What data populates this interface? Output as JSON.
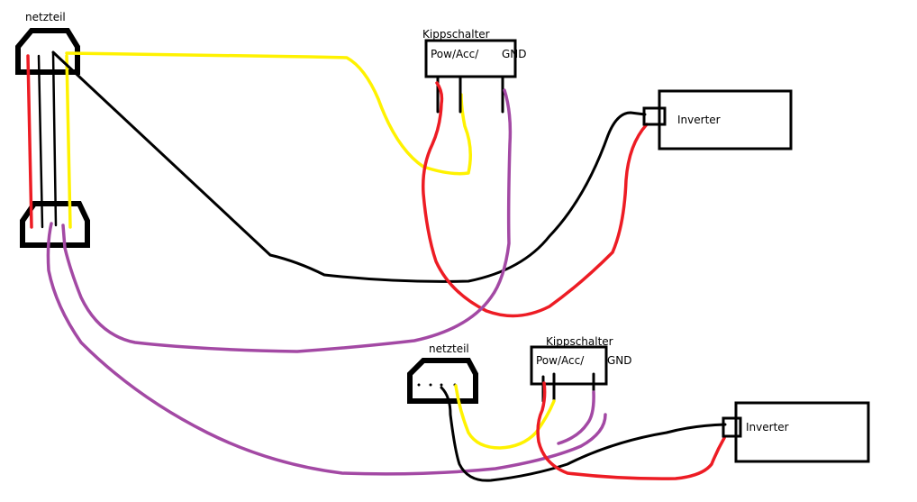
{
  "diagram1": {
    "psu_label": "netzteil",
    "switch_label": "Kippschalter",
    "switch_pin_power": "Pow/Acc/",
    "switch_pin_gnd": "GND",
    "inverter_label": "Inverter"
  },
  "diagram2": {
    "psu_label": "netzteil",
    "switch_label": "Kippschalter",
    "switch_pin_power": "Pow/Acc/",
    "switch_pin_gnd": "GND",
    "inverter_label": "Inverter"
  },
  "colors": {
    "red": "#ed1c24",
    "black": "#000000",
    "yellow": "#fff200",
    "purple": "#a349a4"
  }
}
